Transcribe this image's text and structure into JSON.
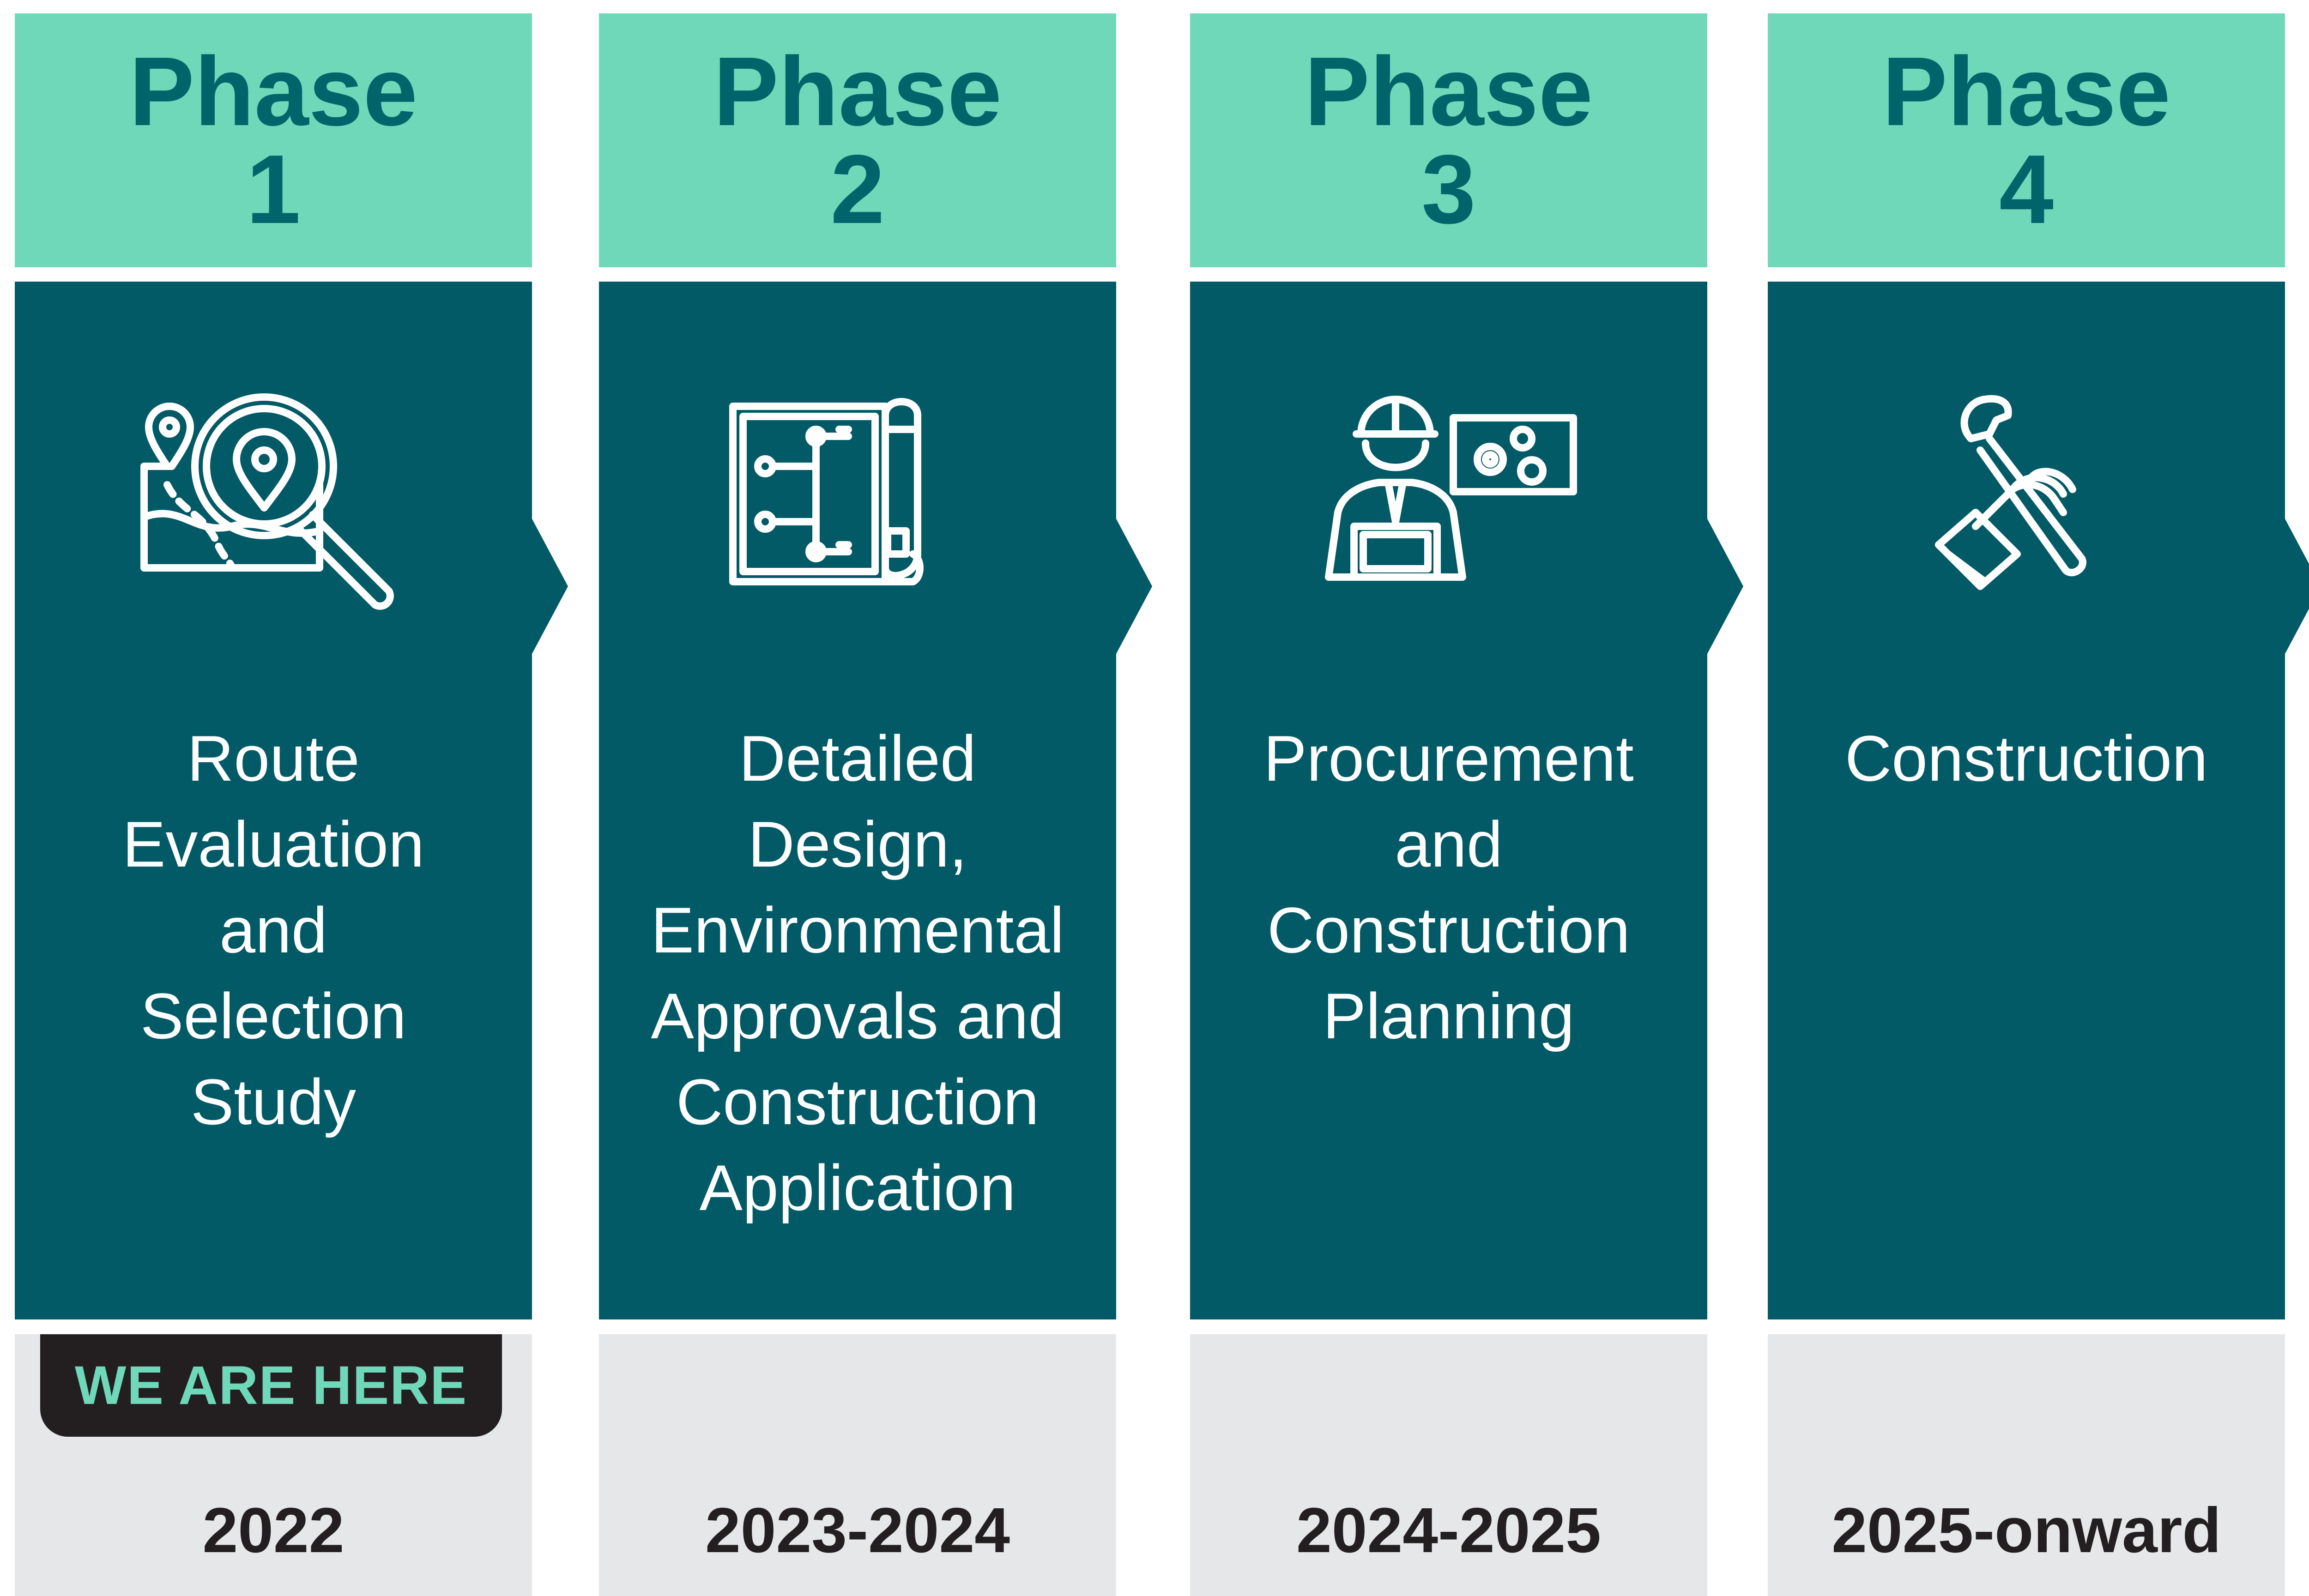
{
  "phases": [
    {
      "header": [
        "Phase",
        "1"
      ],
      "description": [
        "Route",
        "Evaluation",
        "and",
        "Selection",
        "Study"
      ],
      "icon": "map-search-icon",
      "year": "2022",
      "badge": "WE ARE HERE"
    },
    {
      "header": [
        "Phase",
        "2"
      ],
      "description": [
        "Detailed",
        "Design,",
        "Environmental",
        "Approvals and",
        "Construction",
        "Application"
      ],
      "icon": "blueprint-icon",
      "year": "2023-2024"
    },
    {
      "header": [
        "Phase",
        "3"
      ],
      "description": [
        "Procurement",
        "and",
        "Construction",
        "Planning"
      ],
      "icon": "engineer-laptop-icon",
      "year": "2024-2025"
    },
    {
      "header": [
        "Phase",
        "4"
      ],
      "description": [
        "Construction"
      ],
      "icon": "hand-wrench-icon",
      "year": "2025-onward"
    }
  ],
  "colors": {
    "header_bg": "#6fd8b9",
    "header_text": "#02646b",
    "body_bg": "#025a66",
    "footer_bg": "#e6e7e8",
    "badge_bg": "#231f20",
    "badge_text": "#6fd8b9",
    "year_text": "#231f20"
  }
}
